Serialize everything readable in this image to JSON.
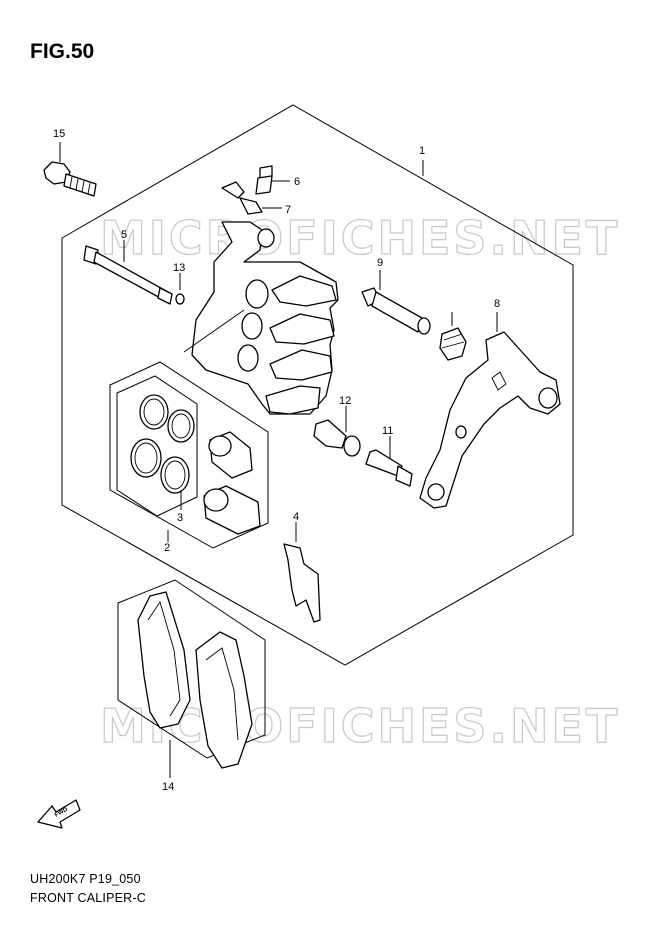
{
  "figure_title": "FIG.50",
  "watermark": "MICROFICHES.NET",
  "footer": {
    "model_code": "UH200K7 P19_050",
    "section_name": "FRONT CALIPER-C"
  },
  "fwd_label": "FWD",
  "callouts": {
    "c1": "1",
    "c2": "2",
    "c3": "3",
    "c4": "4",
    "c5": "5",
    "c6": "6",
    "c7": "7",
    "c8": "8",
    "c9": "9",
    "c11": "11",
    "c12": "12",
    "c13": "13",
    "c14": "14",
    "c15": "15"
  }
}
